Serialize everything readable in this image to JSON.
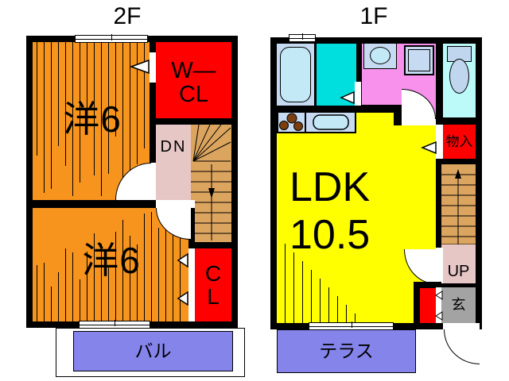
{
  "plan": {
    "floor2": {
      "label": "2F",
      "room_upper": "洋6",
      "room_lower": "洋6",
      "walkin_closet_line1": "W—",
      "walkin_closet_line2": "CL",
      "stairs_direction": "DN",
      "closet_line1": "C",
      "closet_line2": "L",
      "balcony": "バル"
    },
    "floor1": {
      "label": "1F",
      "ldk_name": "LDK",
      "ldk_size": "10.5",
      "storage": "物入",
      "stairs_direction": "UP",
      "entrance": "玄",
      "terrace": "テラス"
    }
  },
  "colors": {
    "wall": "#000000",
    "western_room": "#F7941E",
    "closet_red": "#FF0000",
    "landing_pink": "#E7C6C6",
    "stairs_tan": "#DCA55F",
    "balcony_purple": "#8484EA",
    "ldk_yellow": "#FFFF00",
    "washroom_cyan": "#00DEDE",
    "toilet_cyan": "#BCF9F9",
    "powder_pink": "#F791EC",
    "fixture_blue": "#C6DBF2",
    "fixture_fill": "#C3E9F7",
    "toilet_fixture": "#BFD6EE",
    "entrance_gray": "#A3A3A3",
    "burner_brown": "#7A3E10"
  }
}
